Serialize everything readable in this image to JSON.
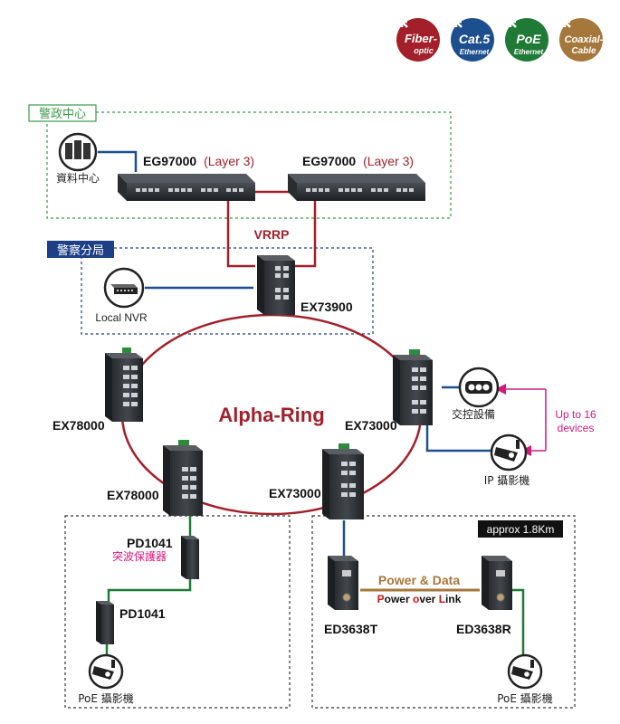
{
  "legend": [
    {
      "line1": "Fiber-",
      "line2": "optic",
      "color": "#a3202a"
    },
    {
      "line1": "Cat.5",
      "line2": "Ethernet",
      "color": "#1d4f8f"
    },
    {
      "line1": "PoE",
      "line2": "Ethernet",
      "color": "#1f7a36"
    },
    {
      "line1": "Coaxial-",
      "line2": "Cable",
      "color": "#a6773a"
    }
  ],
  "zones": {
    "police_center": "警政中心",
    "police_branch": "警察分局"
  },
  "devices": {
    "data_center": "資料中心",
    "eg97000_left_model": "EG97000",
    "eg97000_left_layer": "(Layer 3)",
    "eg97000_right_model": "EG97000",
    "eg97000_right_layer": "(Layer 3)",
    "vrrp": "VRRP",
    "local_nvr": "Local NVR",
    "ex73900": "EX73900",
    "ex78000_top": "EX78000",
    "ex78000_bottom": "EX78000",
    "ex73000_right": "EX73000",
    "ex73000_bottom": "EX73000",
    "alpha_ring": "Alpha-Ring",
    "traffic_control": "交控設備",
    "ip_camera": "IP 攝影機",
    "up_to_1": "Up to 16",
    "up_to_2": "devices",
    "pd1041_top": "PD1041",
    "surge_protector": "突波保護器",
    "pd1041_bottom": "PD1041",
    "poe_camera_left": "PoE 攝影機",
    "approx": "approx 1.8Km",
    "power_data": "Power & Data",
    "pol_p": "P",
    "pol_ower": "ower ",
    "pol_o": "o",
    "pol_ver": "ver ",
    "pol_l": "L",
    "pol_ink": "ink",
    "ed3638t": "ED3638T",
    "ed3638r": "ED3638R",
    "poe_camera_right": "PoE 攝影機"
  },
  "colors": {
    "fiber": "#a3202a",
    "cat5": "#1d4f8f",
    "poe": "#1f7a36",
    "coax": "#a6773a",
    "zone_green": "#3a9a4a",
    "zone_blue": "#1d3f86",
    "magenta": "#d6197e"
  }
}
